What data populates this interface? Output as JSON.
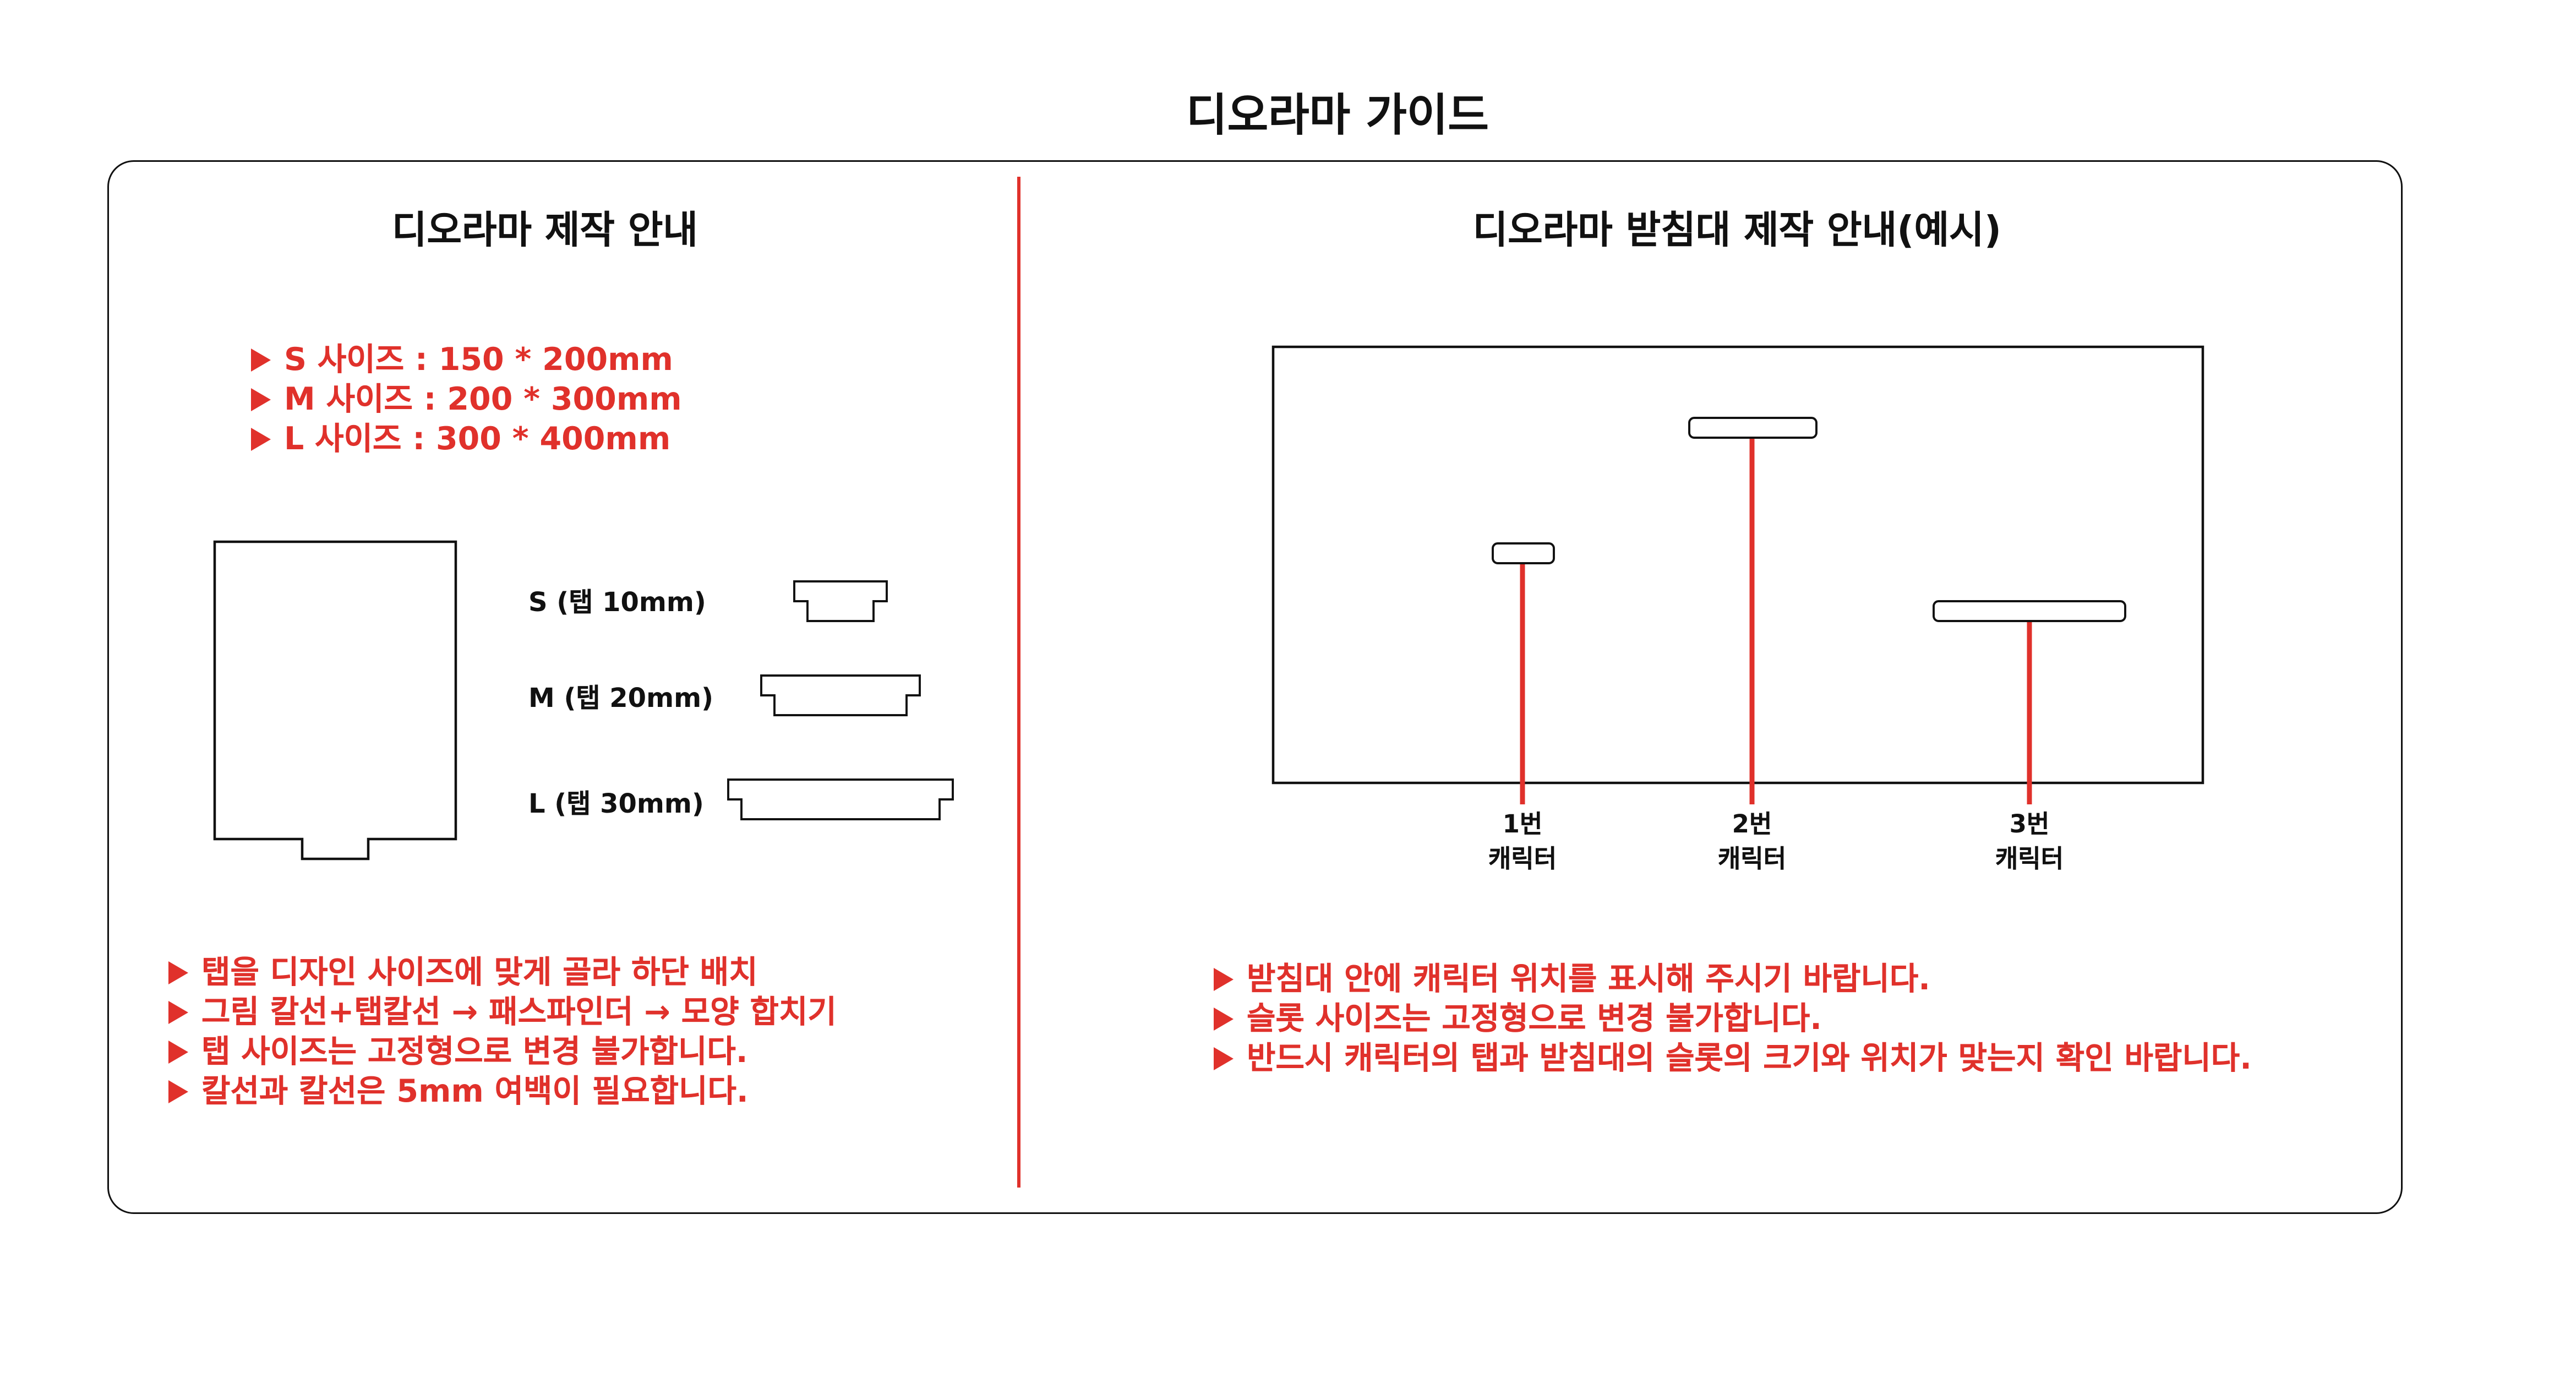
{
  "title": "디오라마 가이드",
  "left": {
    "heading": "디오라마 제작 안내",
    "sizes": [
      "S 사이즈 : 150 * 200mm",
      "M 사이즈 : 200 * 300mm",
      "L 사이즈 : 300 * 400mm"
    ],
    "tab_labels": [
      "S (탭 10mm)",
      "M (탭 20mm)",
      "L (탭 30mm)"
    ],
    "notes": [
      "탭을 디자인 사이즈에 맞게 골라 하단 배치",
      "그림 칼선+탭칼선 → 패스파인더 → 모양 합치기",
      "탭 사이즈는 고정형으로 변경 불가합니다.",
      "칼선과 칼선은 5mm 여백이 필요합니다."
    ]
  },
  "right": {
    "heading": "디오라마 받침대 제작 안내(예시)",
    "characters": [
      {
        "number": "1번",
        "label": "캐릭터"
      },
      {
        "number": "2번",
        "label": "캐릭터"
      },
      {
        "number": "3번",
        "label": "캐릭터"
      }
    ],
    "notes": [
      "받침대 안에 캐릭터 위치를 표시해 주시기 바랍니다.",
      "슬롯 사이즈는 고정형으로 변경 불가합니다.",
      "반드시 캐릭터의 탭과 받침대의 슬롯의 크기와 위치가 맞는지 확인 바랍니다."
    ]
  },
  "colors": {
    "accent": "#e0312b",
    "line": "#111111"
  }
}
